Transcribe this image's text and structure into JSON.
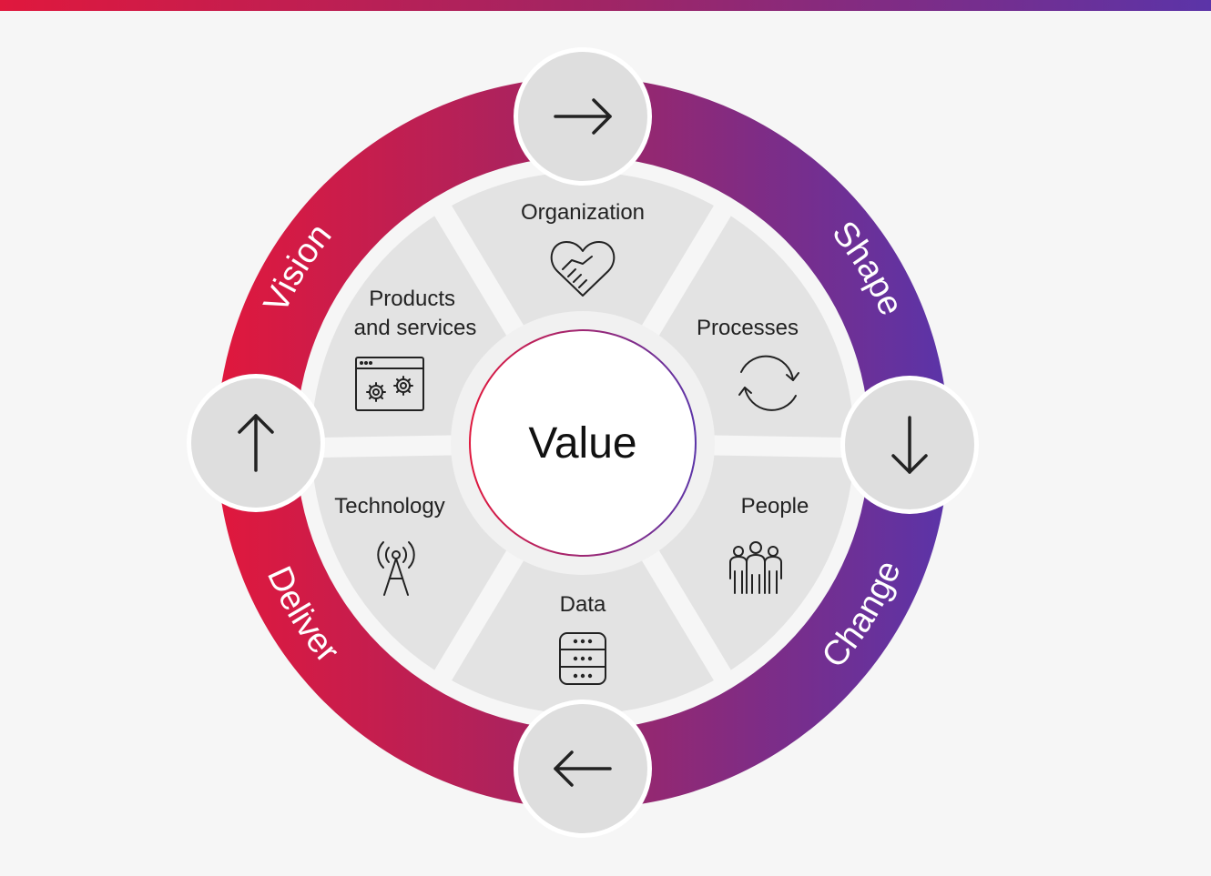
{
  "ring": {
    "labels": [
      "Vision",
      "Shape",
      "Change",
      "Deliver"
    ],
    "gradient": [
      "#e0183d",
      "#a02565",
      "#5b34a8"
    ]
  },
  "segments": [
    {
      "label": "Organization",
      "icon": "handshake-heart-icon"
    },
    {
      "label": "Processes",
      "icon": "refresh-cycle-icon"
    },
    {
      "label": "People",
      "icon": "people-group-icon"
    },
    {
      "label": "Data",
      "icon": "database-icon"
    },
    {
      "label": "Technology",
      "icon": "antenna-tower-icon"
    },
    {
      "label": "Products and services",
      "icon": "browser-gears-icon"
    }
  ],
  "center": {
    "label": "Value"
  },
  "arrows": [
    "arrow-right-icon",
    "arrow-down-icon",
    "arrow-left-icon",
    "arrow-up-icon"
  ],
  "colors": {
    "segment": "#e3e3e3",
    "background": "#f6f6f6",
    "arrow_node": "#dedede"
  }
}
